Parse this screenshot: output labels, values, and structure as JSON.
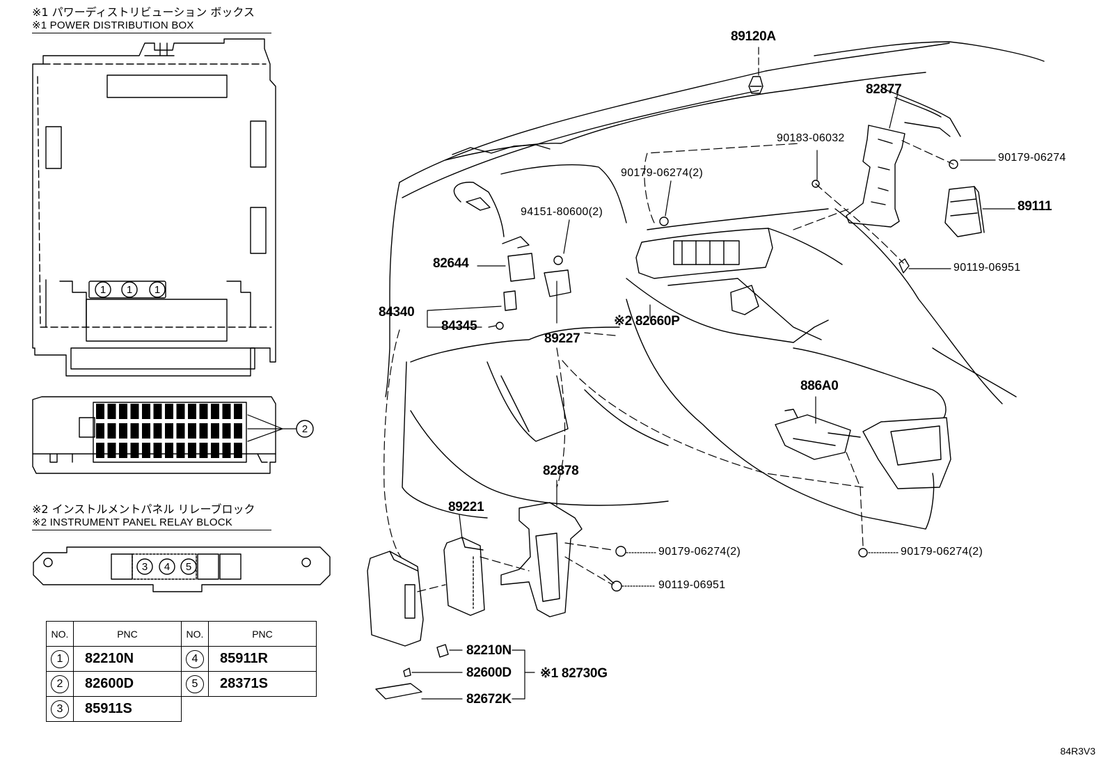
{
  "header": {
    "box1_jp": "※1 パワーディストリビューション ボックス",
    "box1_en": "※1 POWER DISTRIBUTION BOX",
    "box2_jp": "※2 インストルメントパネル リレーブロック",
    "box2_en": "※2 INSTRUMENT PANEL RELAY BLOCK"
  },
  "callouts": {
    "c1": "1",
    "c2": "2",
    "c3": "3",
    "c4": "4",
    "c5": "5"
  },
  "parts": {
    "p89120A": "89120A",
    "p82877": "82877",
    "p90183": "90183-06032",
    "p90179_top": "90179-06274(2)",
    "p90179_right": "90179-06274",
    "p89111": "89111",
    "p94151": "94151-80600(2)",
    "p82644": "82644",
    "p90119_right": "90119-06951",
    "p84340": "84340",
    "p84345": "84345",
    "p82660P": "※2 82660P",
    "p89227": "89227",
    "p886A0": "886A0",
    "p82878": "82878",
    "p89221": "89221",
    "p90179_mid": "90179-06274(2)",
    "p90179_bot": "90179-06274(2)",
    "p90119_mid": "90119-06951",
    "p82210N": "82210N",
    "p82600D": "82600D",
    "p82672K": "82672K",
    "p82730G": "※1 82730G"
  },
  "table": {
    "header_no": "NO.",
    "header_pnc": "PNC",
    "rows": [
      {
        "no": "1",
        "pnc": "82210N",
        "no2": "4",
        "pnc2": "85911R"
      },
      {
        "no": "2",
        "pnc": "82600D",
        "no2": "5",
        "pnc2": "28371S"
      },
      {
        "no": "3",
        "pnc": "85911S"
      }
    ]
  },
  "diagram_code": "84R3V3"
}
